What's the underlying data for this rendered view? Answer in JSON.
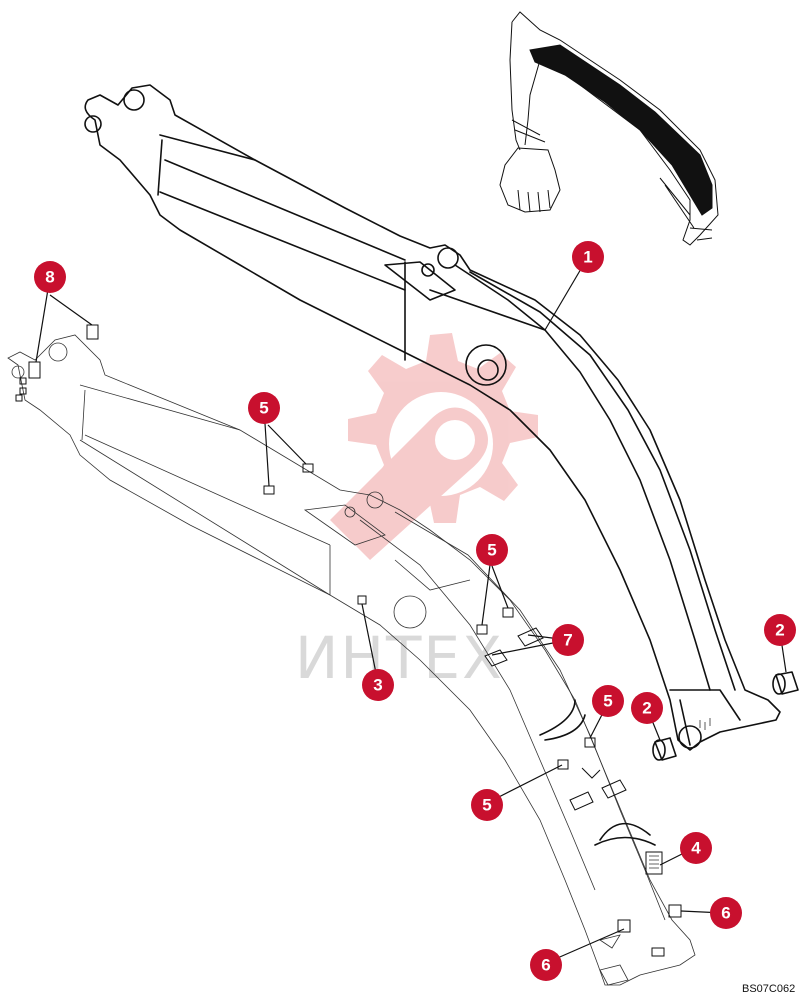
{
  "drawing_code": "BS07C062",
  "watermark": {
    "text": "ИНТЕХ",
    "color": "#f6c6c6"
  },
  "badge_color": "#c8102e",
  "callouts": [
    {
      "id": "callout-1",
      "label": "1"
    },
    {
      "id": "callout-2-right",
      "label": "2"
    },
    {
      "id": "callout-2-left",
      "label": "2"
    },
    {
      "id": "callout-3",
      "label": "3"
    },
    {
      "id": "callout-4",
      "label": "4"
    },
    {
      "id": "callout-5-a",
      "label": "5"
    },
    {
      "id": "callout-5-b",
      "label": "5"
    },
    {
      "id": "callout-5-c",
      "label": "5"
    },
    {
      "id": "callout-5-d",
      "label": "5"
    },
    {
      "id": "callout-6-right",
      "label": "6"
    },
    {
      "id": "callout-6-left",
      "label": "6"
    },
    {
      "id": "callout-7",
      "label": "7"
    },
    {
      "id": "callout-8",
      "label": "8"
    }
  ]
}
